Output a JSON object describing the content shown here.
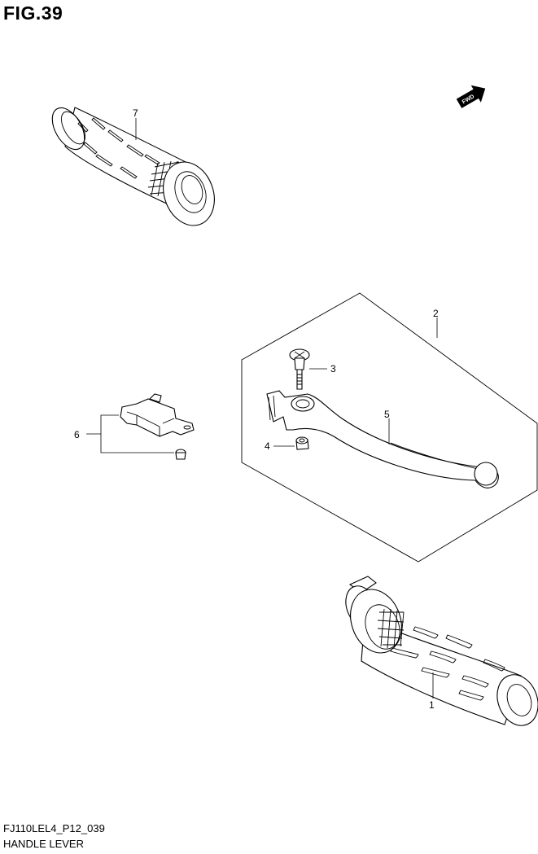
{
  "figure": {
    "title": "FIG.39",
    "code": "FJ110LEL4_P12_039",
    "name": "HANDLE LEVER"
  },
  "fwd_indicator": {
    "label": "FWD",
    "icon": "forward-arrow-icon"
  },
  "callouts": {
    "grip_right": "1",
    "lever_assy": "2",
    "bolt": "3",
    "nut": "4",
    "lever": "5",
    "switch_assy": "6",
    "grip_left": "7"
  }
}
